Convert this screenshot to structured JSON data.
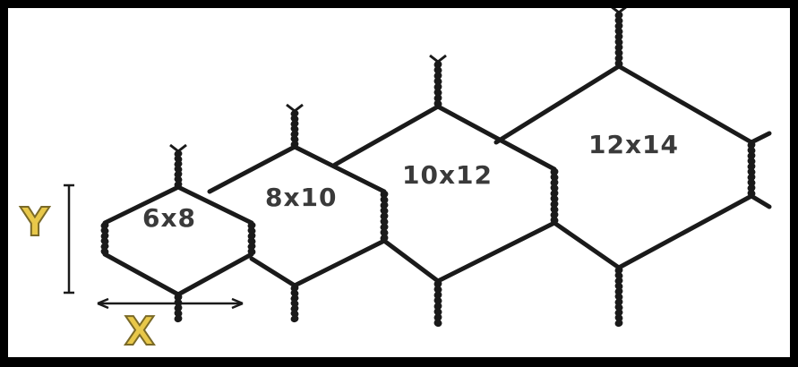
{
  "mesh_labels": {
    "m1": "6x8",
    "m2": "8x10",
    "m3": "10x12",
    "m4": "12x14"
  },
  "axes": {
    "y_label": "Y",
    "x_label": "X"
  },
  "colors": {
    "wire": "#1a1a1a",
    "axis_letter_fill": "#e8c84a",
    "background": "#ffffff",
    "border": "#000000"
  }
}
